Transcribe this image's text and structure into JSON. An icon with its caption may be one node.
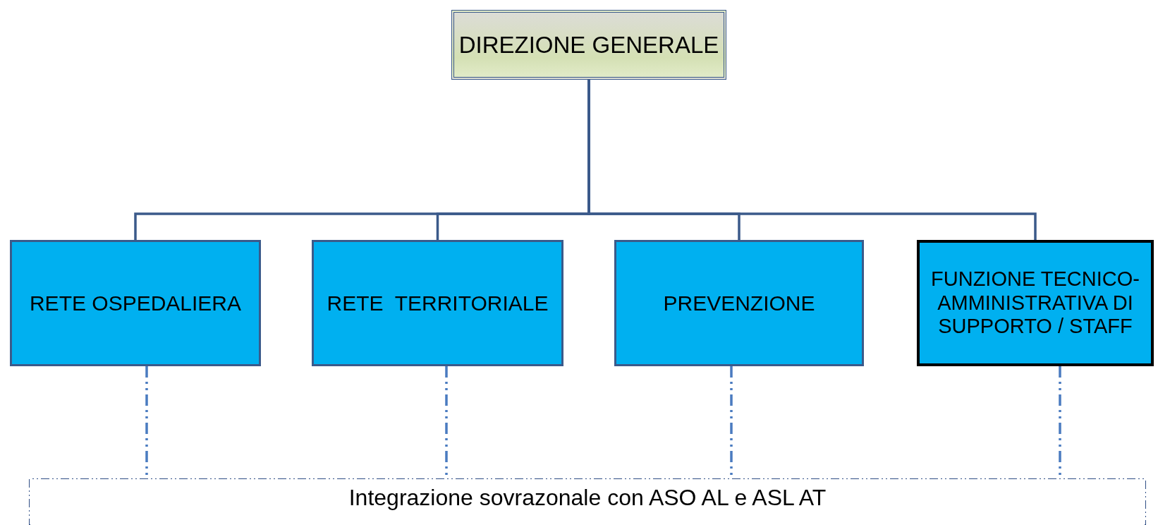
{
  "diagram": {
    "nodes": [
      {
        "text": [
          "DIREZIONE GENERALE"
        ]
      },
      {
        "text": [
          "RETE OSPEDALIERA"
        ]
      },
      {
        "text": [
          "RETE  TERRITORIALE"
        ]
      },
      {
        "text": [
          "PREVENZIONE"
        ]
      },
      {
        "text": [
          "FUNZIONE TECNICO-AMMINISTRATIVA DI SUPPORTO / STAFF"
        ]
      },
      {
        "text": [
          "Integrazione sovrazonale con ASO AL e ASL AT"
        ]
      }
    ],
    "edges": [
      {
        "from": 0,
        "to": 1,
        "arrow": "none"
      },
      {
        "from": 0,
        "to": 2,
        "arrow": "none"
      },
      {
        "from": 0,
        "to": 3,
        "arrow": "none"
      },
      {
        "from": 0,
        "to": 4,
        "arrow": "none"
      },
      {
        "from": 1,
        "to": 5,
        "arrow": "none",
        "style": "dashed",
        "color": "#4a7bc0"
      },
      {
        "from": 2,
        "to": 5,
        "arrow": "none",
        "style": "dashed",
        "color": "#4a7bc0"
      },
      {
        "from": 3,
        "to": 5,
        "arrow": "none",
        "style": "dashed",
        "color": "#4a7bc0"
      },
      {
        "from": 4,
        "to": 5,
        "arrow": "none",
        "style": "dashed",
        "color": "#4a7bc0"
      }
    ]
  }
}
